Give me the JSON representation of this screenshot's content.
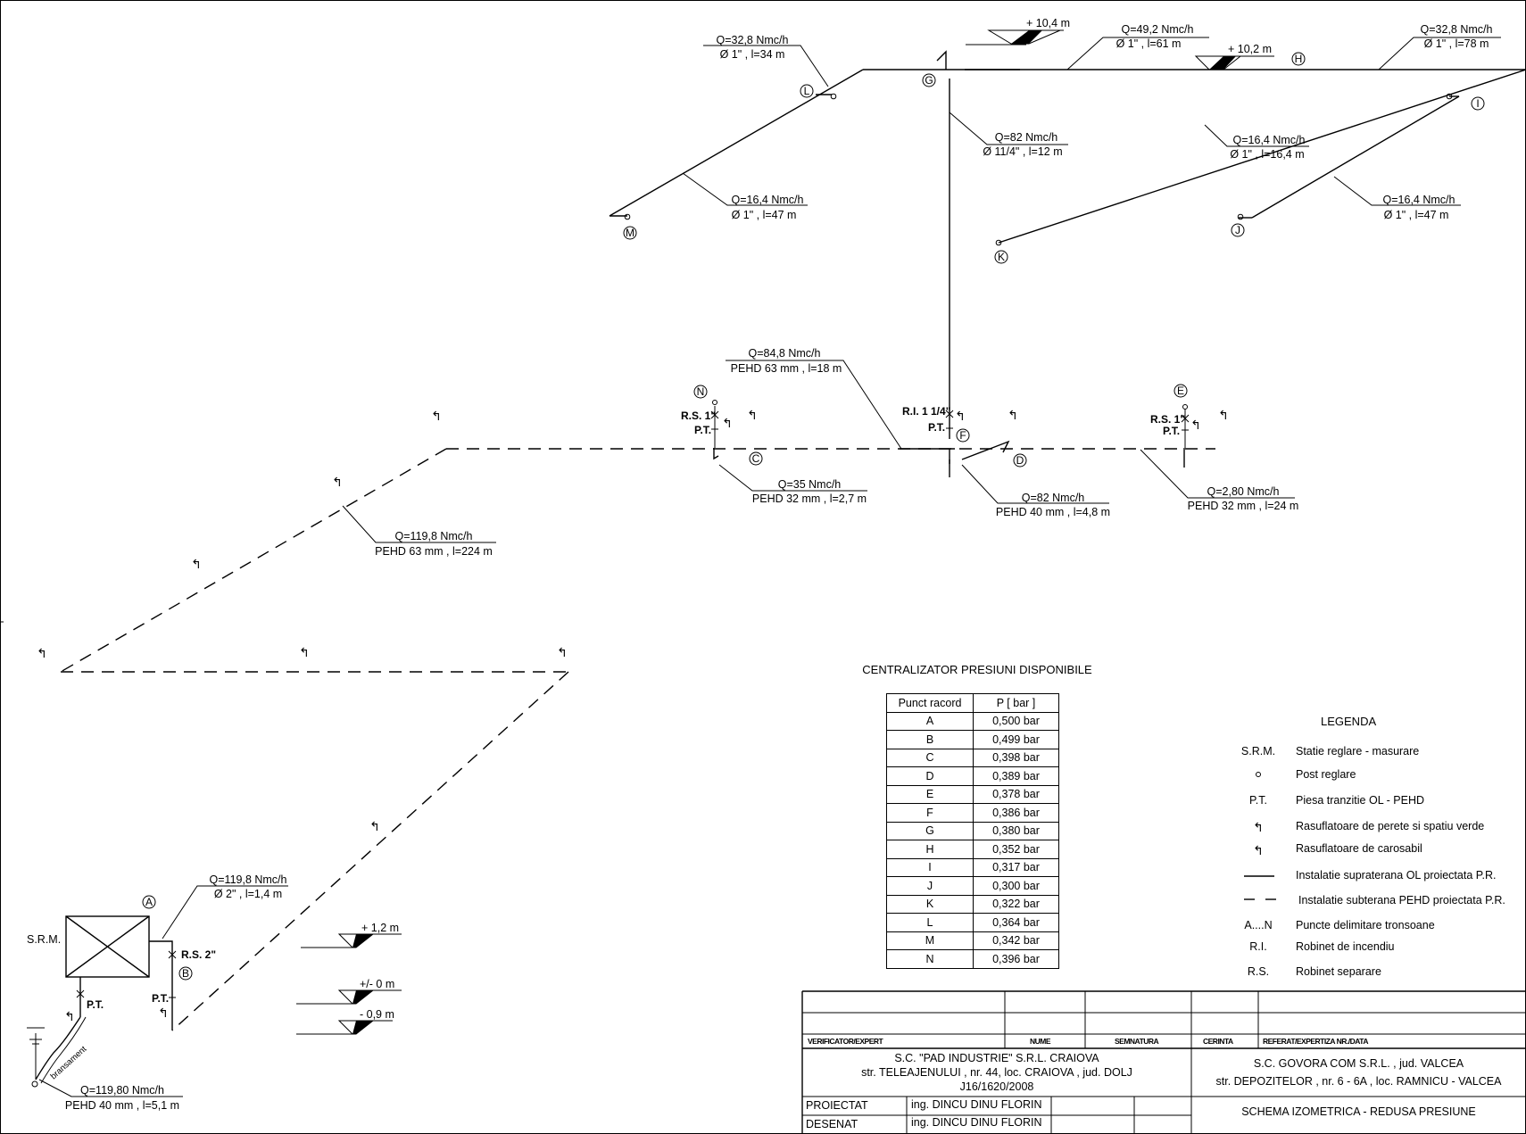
{
  "segments": {
    "L_up": {
      "flow": "Q=32,8 Nmc/h",
      "pipe": "Ø 1\" , l=34 m"
    },
    "M": {
      "flow": "Q=16,4 Nmc/h",
      "pipe": "Ø 1\" , l=47 m"
    },
    "GH": {
      "flow": "Q=49,2 Nmc/h",
      "pipe": "Ø 1\" , l=61 m"
    },
    "H_right": {
      "flow": "Q=32,8 Nmc/h",
      "pipe": "Ø 1\" , l=78 m"
    },
    "FG": {
      "flow": "Q=82 Nmc/h",
      "pipe": "Ø 11/4\" , l=12 m"
    },
    "K": {
      "flow": "Q=16,4 Nmc/h",
      "pipe": "Ø 1\" , l=16,4 m"
    },
    "J": {
      "flow": "Q=16,4 Nmc/h",
      "pipe": "Ø 1\" , l=47 m"
    },
    "CF": {
      "flow": "Q=84,8 Nmc/h",
      "pipe": "PEHD 63 mm , l=18 m"
    },
    "NC": {
      "flow": "Q=35 Nmc/h",
      "pipe": "PEHD 32 mm , l=2,7 m"
    },
    "FD": {
      "flow": "Q=82 Nmc/h",
      "pipe": "PEHD 40 mm , l=4,8 m"
    },
    "DE": {
      "flow": "Q=2,80 Nmc/h",
      "pipe": "PEHD 32 mm , l=24 m"
    },
    "BC": {
      "flow": "Q=119,8 Nmc/h",
      "pipe": "PEHD 63 mm , l=224 m"
    },
    "AB": {
      "flow": "Q=119,8 Nmc/h",
      "pipe": "Ø 2\" , l=1,4 m"
    },
    "SRM_in": {
      "flow": "Q=119,80 Nmc/h",
      "pipe": "PEHD 40 mm , l=5,1 m"
    }
  },
  "levels": {
    "top1": "+ 10,4 m",
    "top2": "+ 10,2 m",
    "l1": "+ 1,2 m",
    "l0": "+/- 0 m",
    "lm": "- 0,9 m"
  },
  "points": [
    "A",
    "B",
    "C",
    "D",
    "E",
    "F",
    "G",
    "H",
    "I",
    "J",
    "K",
    "L",
    "M",
    "N"
  ],
  "fittings": {
    "rs1": "R.S. 1\"",
    "pt": "P.T.",
    "ri": "R.I. 1 1/4\"",
    "rs2": "R.S. 2\"",
    "srm": "S.R.M.",
    "bransament": "bransament"
  },
  "table": {
    "title": "CENTRALIZATOR PRESIUNI DISPONIBILE",
    "col1": "Punct racord",
    "col2": "P [ bar ]",
    "rows": [
      [
        "A",
        "0,500 bar"
      ],
      [
        "B",
        "0,499 bar"
      ],
      [
        "C",
        "0,398 bar"
      ],
      [
        "D",
        "0,389 bar"
      ],
      [
        "E",
        "0,378 bar"
      ],
      [
        "F",
        "0,386 bar"
      ],
      [
        "G",
        "0,380 bar"
      ],
      [
        "H",
        "0,352 bar"
      ],
      [
        "I",
        "0,317 bar"
      ],
      [
        "J",
        "0,300 bar"
      ],
      [
        "K",
        "0,322 bar"
      ],
      [
        "L",
        "0,364 bar"
      ],
      [
        "M",
        "0,342 bar"
      ],
      [
        "N",
        "0,396 bar"
      ]
    ]
  },
  "legend": {
    "title": "LEGENDA",
    "srm_abbr": "S.R.M.",
    "srm": "Statie reglare - masurare",
    "post": "Post reglare",
    "pt_abbr": "P.T.",
    "pt": "Piesa tranzitie OL - PEHD",
    "vent_wall": "Rasuflatoare de perete si spatiu verde",
    "vent_road": "Rasuflatoare de carosabil",
    "above": "Instalatie supraterana OL  proiectata P.R.",
    "under": "Instalatie subterana PEHD  proiectata P.R.",
    "points_range": "A....N",
    "points": "Puncte delimitare tronsoane",
    "ri_abbr": "R.I.",
    "ri": "Robinet de incendiu",
    "rs_abbr": "R.S.",
    "rs": "Robinet separare"
  },
  "title_block": {
    "verif": "VERIFICATOR/EXPERT",
    "nume": "NUME",
    "semnatura": "SEMNATURA",
    "cerinta": "CERINTA",
    "referat": "REFERAT/EXPERTIZA NR./DATA",
    "company_name": "S.C. \"PAD INDUSTRIE\" S.R.L. CRAIOVA",
    "company_address": "str. TELEAJENULUI , nr. 44, loc. CRAIOVA , jud. DOLJ",
    "company_reg": "J16/1620/2008",
    "client_name": "S.C. GOVORA COM S.R.L. , jud. VALCEA",
    "client_address": "str. DEPOZITELOR , nr. 6 - 6A , loc. RAMNICU - VALCEA",
    "proiectat": "PROIECTAT",
    "desenat": "DESENAT",
    "engineer1": "ing. DINCU DINU FLORIN",
    "engineer2": "ing. DINCU DINU FLORIN",
    "drawing_title": "SCHEMA IZOMETRICA - REDUSA PRESIUNE"
  }
}
